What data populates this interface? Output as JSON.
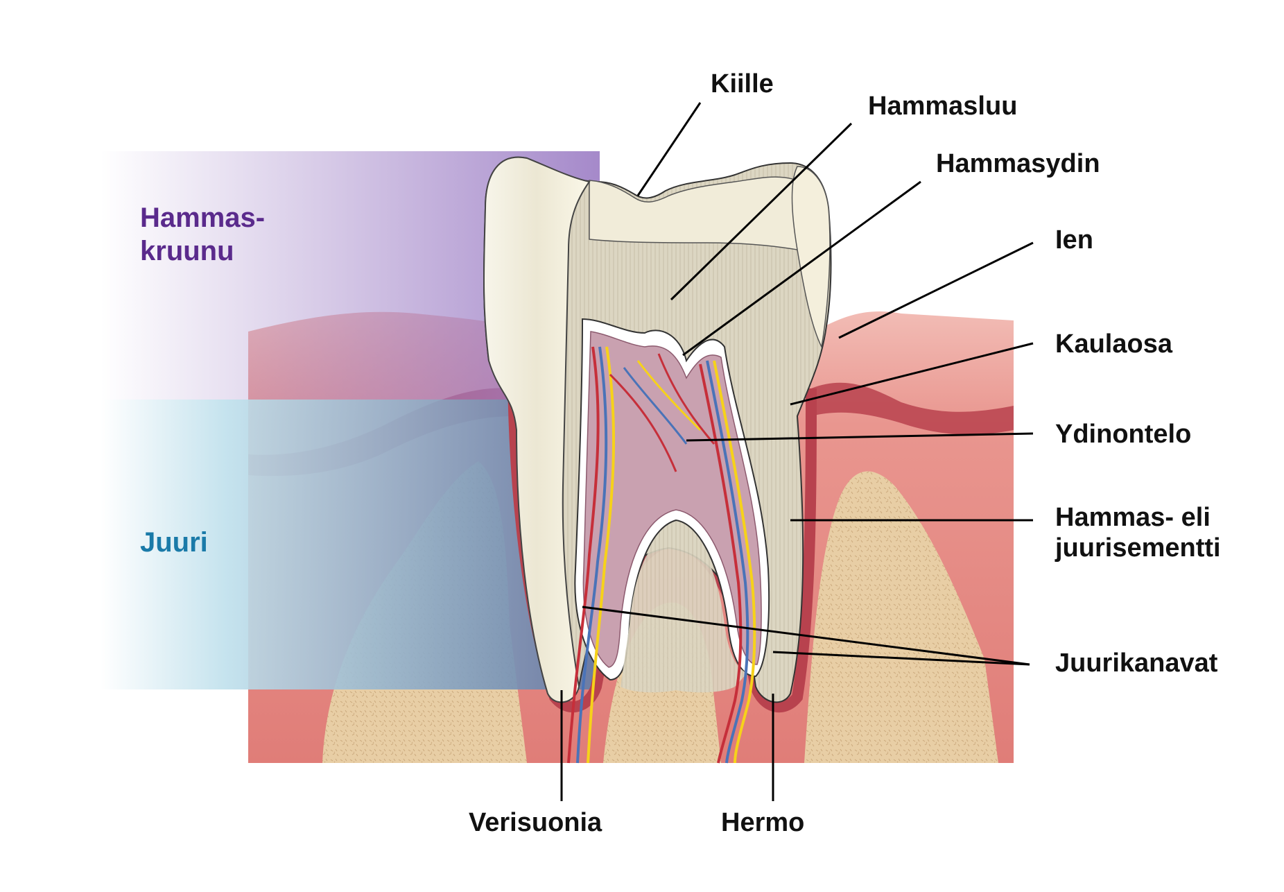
{
  "labels": {
    "crown": [
      "Hammas-",
      "kruunu"
    ],
    "root": "Juuri",
    "enamel": "Kiille",
    "dentin": "Hammasluu",
    "pulp": "Hammasydin",
    "gum": "Ien",
    "neck": "Kaulaosa",
    "pulp_cavity": "Ydinontelo",
    "cementum": [
      "Hammas- eli",
      "juurisementti"
    ],
    "root_canals": "Juurikanavat",
    "blood_vessels": "Verisuonia",
    "nerve": "Hermo"
  },
  "colors": {
    "crown_zone": "#9b7cc4",
    "crown_text": "#5a2a8c",
    "root_zone": "#bfe0ec",
    "root_text": "#1a7aa8",
    "gum": "#e3857f",
    "gum_dark": "#b8424e",
    "bone": "#e6c9a0",
    "enamel": "#efebdc",
    "dentin": "#d9d3bf",
    "pulp": "#c9a1b0",
    "nerve": "#f6d21a",
    "artery": "#c62f3a",
    "vein": "#4a73b8"
  }
}
